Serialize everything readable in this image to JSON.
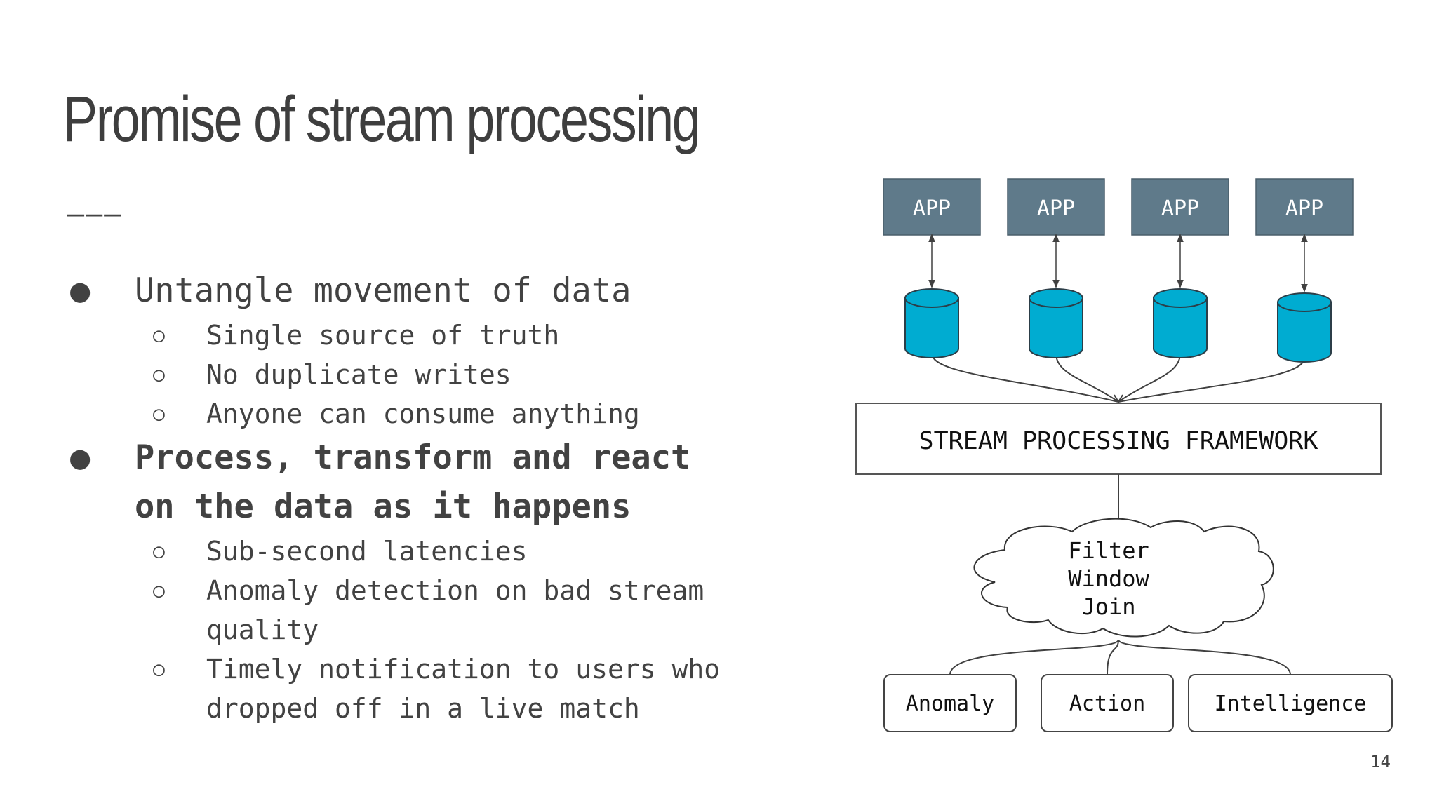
{
  "title": "Promise of stream processing",
  "title_rule": "———",
  "bullets": [
    {
      "level": 1,
      "text": "Untangle movement of data",
      "bold": false
    },
    {
      "level": 2,
      "text": "Single source of truth"
    },
    {
      "level": 2,
      "text": "No duplicate writes"
    },
    {
      "level": 2,
      "text": "Anyone can consume anything"
    },
    {
      "level": 1,
      "text": "Process, transform and react",
      "bold": true
    },
    {
      "level": 1,
      "text": "on the data as it happens",
      "bold": true,
      "continuation": true
    },
    {
      "level": 2,
      "text": "Sub-second latencies"
    },
    {
      "level": 2,
      "text": "Anomaly detection on bad stream"
    },
    {
      "level": 2,
      "text": "quality",
      "continuation": true
    },
    {
      "level": 2,
      "text": "Timely notification to users who"
    },
    {
      "level": 2,
      "text": "dropped off in a live match",
      "continuation": true
    }
  ],
  "markers": {
    "level1": "●",
    "level2": "○"
  },
  "diagram": {
    "apps": [
      "APP",
      "APP",
      "APP",
      "APP"
    ],
    "framework_label": "STREAM PROCESSING FRAMEWORK",
    "cloud_lines": [
      "Filter",
      "Window",
      "Join"
    ],
    "outputs": [
      "Anomaly",
      "Action",
      "Intelligence"
    ],
    "colors": {
      "app_box": "#5f7a8a",
      "database": "#00acd1",
      "line": "#404040"
    }
  },
  "page_number": "14"
}
